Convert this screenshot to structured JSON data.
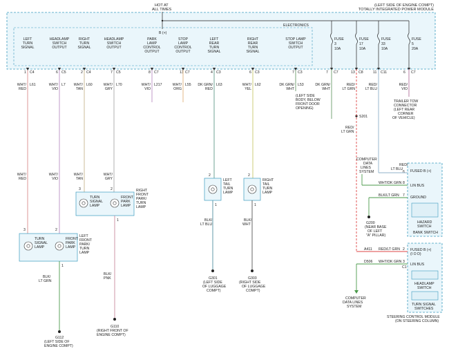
{
  "pdm": {
    "hot_line1": "HOT AT",
    "hot_line2": "ALL TIMES",
    "loc_line1": "(LEFT SIDE OF ENGINE COMPT)",
    "loc_line2": "TOTALLY INTEGRATED POWER MODULE",
    "electronics": "ELECTRONICS",
    "bplus": "B (+)"
  },
  "outputs": [
    {
      "l1": "LEFT",
      "l2": "TURN",
      "l3": "SIGNAL",
      "pin": "1",
      "conn": "C4",
      "color1": "WHT/",
      "color2": "RED",
      "circuit": "L61",
      "wire": "#d98c8c"
    },
    {
      "l1": "HEADLAMP",
      "l2": "SWITCH",
      "l3": "OUTPUT",
      "pin": "6",
      "conn": "C5",
      "color1": "WHT/",
      "color2": "VIO",
      "circuit": "L7",
      "wire": "#b98fc4"
    },
    {
      "l1": "RIGHT",
      "l2": "TURN",
      "l3": "SIGNAL",
      "pin": "2",
      "conn": "C4",
      "color1": "WHT/",
      "color2": "TAN",
      "circuit": "L60",
      "wire": "#c9b58e"
    },
    {
      "l1": "HEADLAMP",
      "l2": "SWITCH",
      "l3": "OUTPUT",
      "pin": "7",
      "conn": "C5",
      "color1": "WHT/",
      "color2": "GRY",
      "circuit": "L70",
      "wire": "#a9a9a9"
    },
    {
      "l1": "PARK",
      "l2": "LAMP",
      "l3": "CONTROL",
      "l4": "OUTPUT",
      "pin": "8",
      "conn": "C7",
      "color1": "WHT/",
      "color2": "VIO",
      "circuit": "L217",
      "wire": "#b98fc4"
    },
    {
      "l1": "STOP",
      "l2": "LAMP",
      "l3": "CONTROL",
      "l4": "OUTPUT",
      "pin": "13",
      "conn": "C7",
      "color1": "WHT/",
      "color2": "ORG",
      "circuit": "L55",
      "wire": "#e0b27a"
    },
    {
      "l1": "LEFT",
      "l2": "REAR",
      "l3": "TURN",
      "l4": "SIGNAL",
      "pin": "4",
      "conn": "C3",
      "color1": "DK GRN/",
      "color2": "RED",
      "circuit": "L63",
      "wire": "#5f9a8a"
    },
    {
      "l1": "RIGHT",
      "l2": "REAR",
      "l3": "TURN",
      "l4": "SIGNAL",
      "pin": "6",
      "conn": "C3",
      "color1": "WHT/",
      "color2": "YEL",
      "circuit": "L62",
      "wire": "#c9c76a"
    },
    {
      "l1": "STOP LAMP",
      "l2": "SWITCH",
      "l3": "OUTPUT",
      "pin": "7",
      "conn": "C3",
      "color1": "DK GRN/",
      "color2": "WHT",
      "circuit": "L53",
      "wire": "#6a9c6a"
    }
  ],
  "stop_dest": {
    "l1": "(LEFT SIDE",
    "l2": "BODY, BELOW",
    "l3": "FRONT DOOR",
    "l4": "OPENING)"
  },
  "fuses": [
    {
      "name": "FUSE",
      "num": "3",
      "amp": "10A",
      "pin": "7",
      "conn": "C7",
      "color1": "DK GRN/",
      "color2": "WHT",
      "wire": "#6a9c6a"
    },
    {
      "name": "FUSE",
      "num": "17",
      "amp": "10A",
      "pin": "13",
      "conn": "C8",
      "color1": "RED/",
      "color2": "LT GRN",
      "circuit": "",
      "wire": "#d44"
    },
    {
      "name": "FUSE",
      "num": "33",
      "amp": "10A",
      "pin": "11",
      "conn": "C11",
      "color1": "RED/",
      "color2": "LT BLU",
      "wire": "#8fb0c9"
    },
    {
      "name": "FUSE",
      "num": "5",
      "amp": "20A",
      "pin": "6",
      "conn": "C7",
      "color1": "RED/",
      "color2": "VIO",
      "wire": "#b06e9a"
    }
  ],
  "trailer": {
    "l1": "TRAILER TOW",
    "l2": "CONNECTOR",
    "l3": "(LEFT REAR",
    "l4": "CORNER",
    "l5": "OF VEHICLE)"
  },
  "splice": {
    "name": "S201",
    "color1": "RED/",
    "color2": "LT GRN"
  },
  "front_left": {
    "l1": "LEFT",
    "l2": "FRONT",
    "l3": "PARK/",
    "l4": "TURN",
    "l5": "LAMP",
    "turn1": "TURN",
    "turn2": "SIGNAL",
    "turn3": "LAMP",
    "park1": "FRONT",
    "park2": "PARK",
    "park3": "LAMP",
    "pin3": "3",
    "pin2": "2",
    "pin1": "1",
    "g_color1": "BLK/",
    "g_color2": "LT GRN",
    "ground": "G112",
    "gl1": "(LEFT SIDE OF",
    "gl2": "ENGINE COMPT)"
  },
  "front_right": {
    "l1": "RIGHT",
    "l2": "FRONT",
    "l3": "PARK/",
    "l4": "TURN",
    "l5": "LAMP",
    "turn1": "TURN",
    "turn2": "SIGNAL",
    "turn3": "LAMP",
    "park1": "FRONT",
    "park2": "PARK",
    "park3": "LAMP",
    "pin3": "3",
    "pin2": "2",
    "pin1": "1",
    "g_color1": "BLK/",
    "g_color2": "PNK",
    "ground": "G110",
    "gl1": "(RIGHT FRONT OF",
    "gl2": "ENGINE COMPT)"
  },
  "rear_left": {
    "l1": "LEFT",
    "l2": "TAIL",
    "l3": "TURN",
    "l4": "LAMP",
    "pin2": "2",
    "pin1": "1",
    "g_color1": "BLK/",
    "g_color2": "LT BLU",
    "ground": "G301",
    "gl1": "(LEFT SIDE",
    "gl2": "OF LUGGAGE",
    "gl3": "COMPT)"
  },
  "rear_right": {
    "l1": "RIGHT",
    "l2": "TAIL",
    "l3": "TURN",
    "l4": "LAMP",
    "pin2": "2",
    "pin1": "1",
    "g_color1": "BLK/",
    "g_color2": "WHT",
    "ground": "G303",
    "gl1": "(RIGHT SIDE",
    "gl2": "OF LUGGAGE",
    "gl3": "COMPT)"
  },
  "bank_switch": {
    "cdl1": "COMPUTER",
    "cdl2": "DATA",
    "cdl3": "LINES",
    "cdl4": "SYSTEM",
    "fused": "FUSED B (+)",
    "fused_color1": "RED/",
    "fused_color2": "LT BLU",
    "fused_pin": "6",
    "lin": "LIN BUS",
    "lin_color": "WHT/DK GRN",
    "lin_pin": "8",
    "ground": "GROUND",
    "ground_color": "BLK/LT GRN",
    "ground_pin": "7",
    "hazard1": "HAZARD",
    "hazard2": "SWITCH",
    "name": "BANK SWITCH",
    "g": "G200",
    "gl1": "(NEAR BASE",
    "gl2": "OF LEFT",
    "gl3": "\"A\" PILLAR)"
  },
  "scm": {
    "a_circuit": "A411",
    "a_color": "RED/LT GRN",
    "a_pin": "2",
    "fused1": "FUSED B (+)",
    "fused2": "(I O D)",
    "d_circuit": "D506",
    "d_color": "WHT/DK GRN",
    "d_pin": "3",
    "lin": "LIN BUS",
    "conn": "C1",
    "hl1": "HEADLAMP",
    "hl2": "SWITCH",
    "ts1": "TURN SIGNAL",
    "ts2": "SWITCHES",
    "name1": "STEERING CONTROL MODULE",
    "name2": "(ON STEERING COLUMN)",
    "cdl1": "COMPUTER",
    "cdl2": "DATA LINES",
    "cdl3": "SYSTEM"
  }
}
